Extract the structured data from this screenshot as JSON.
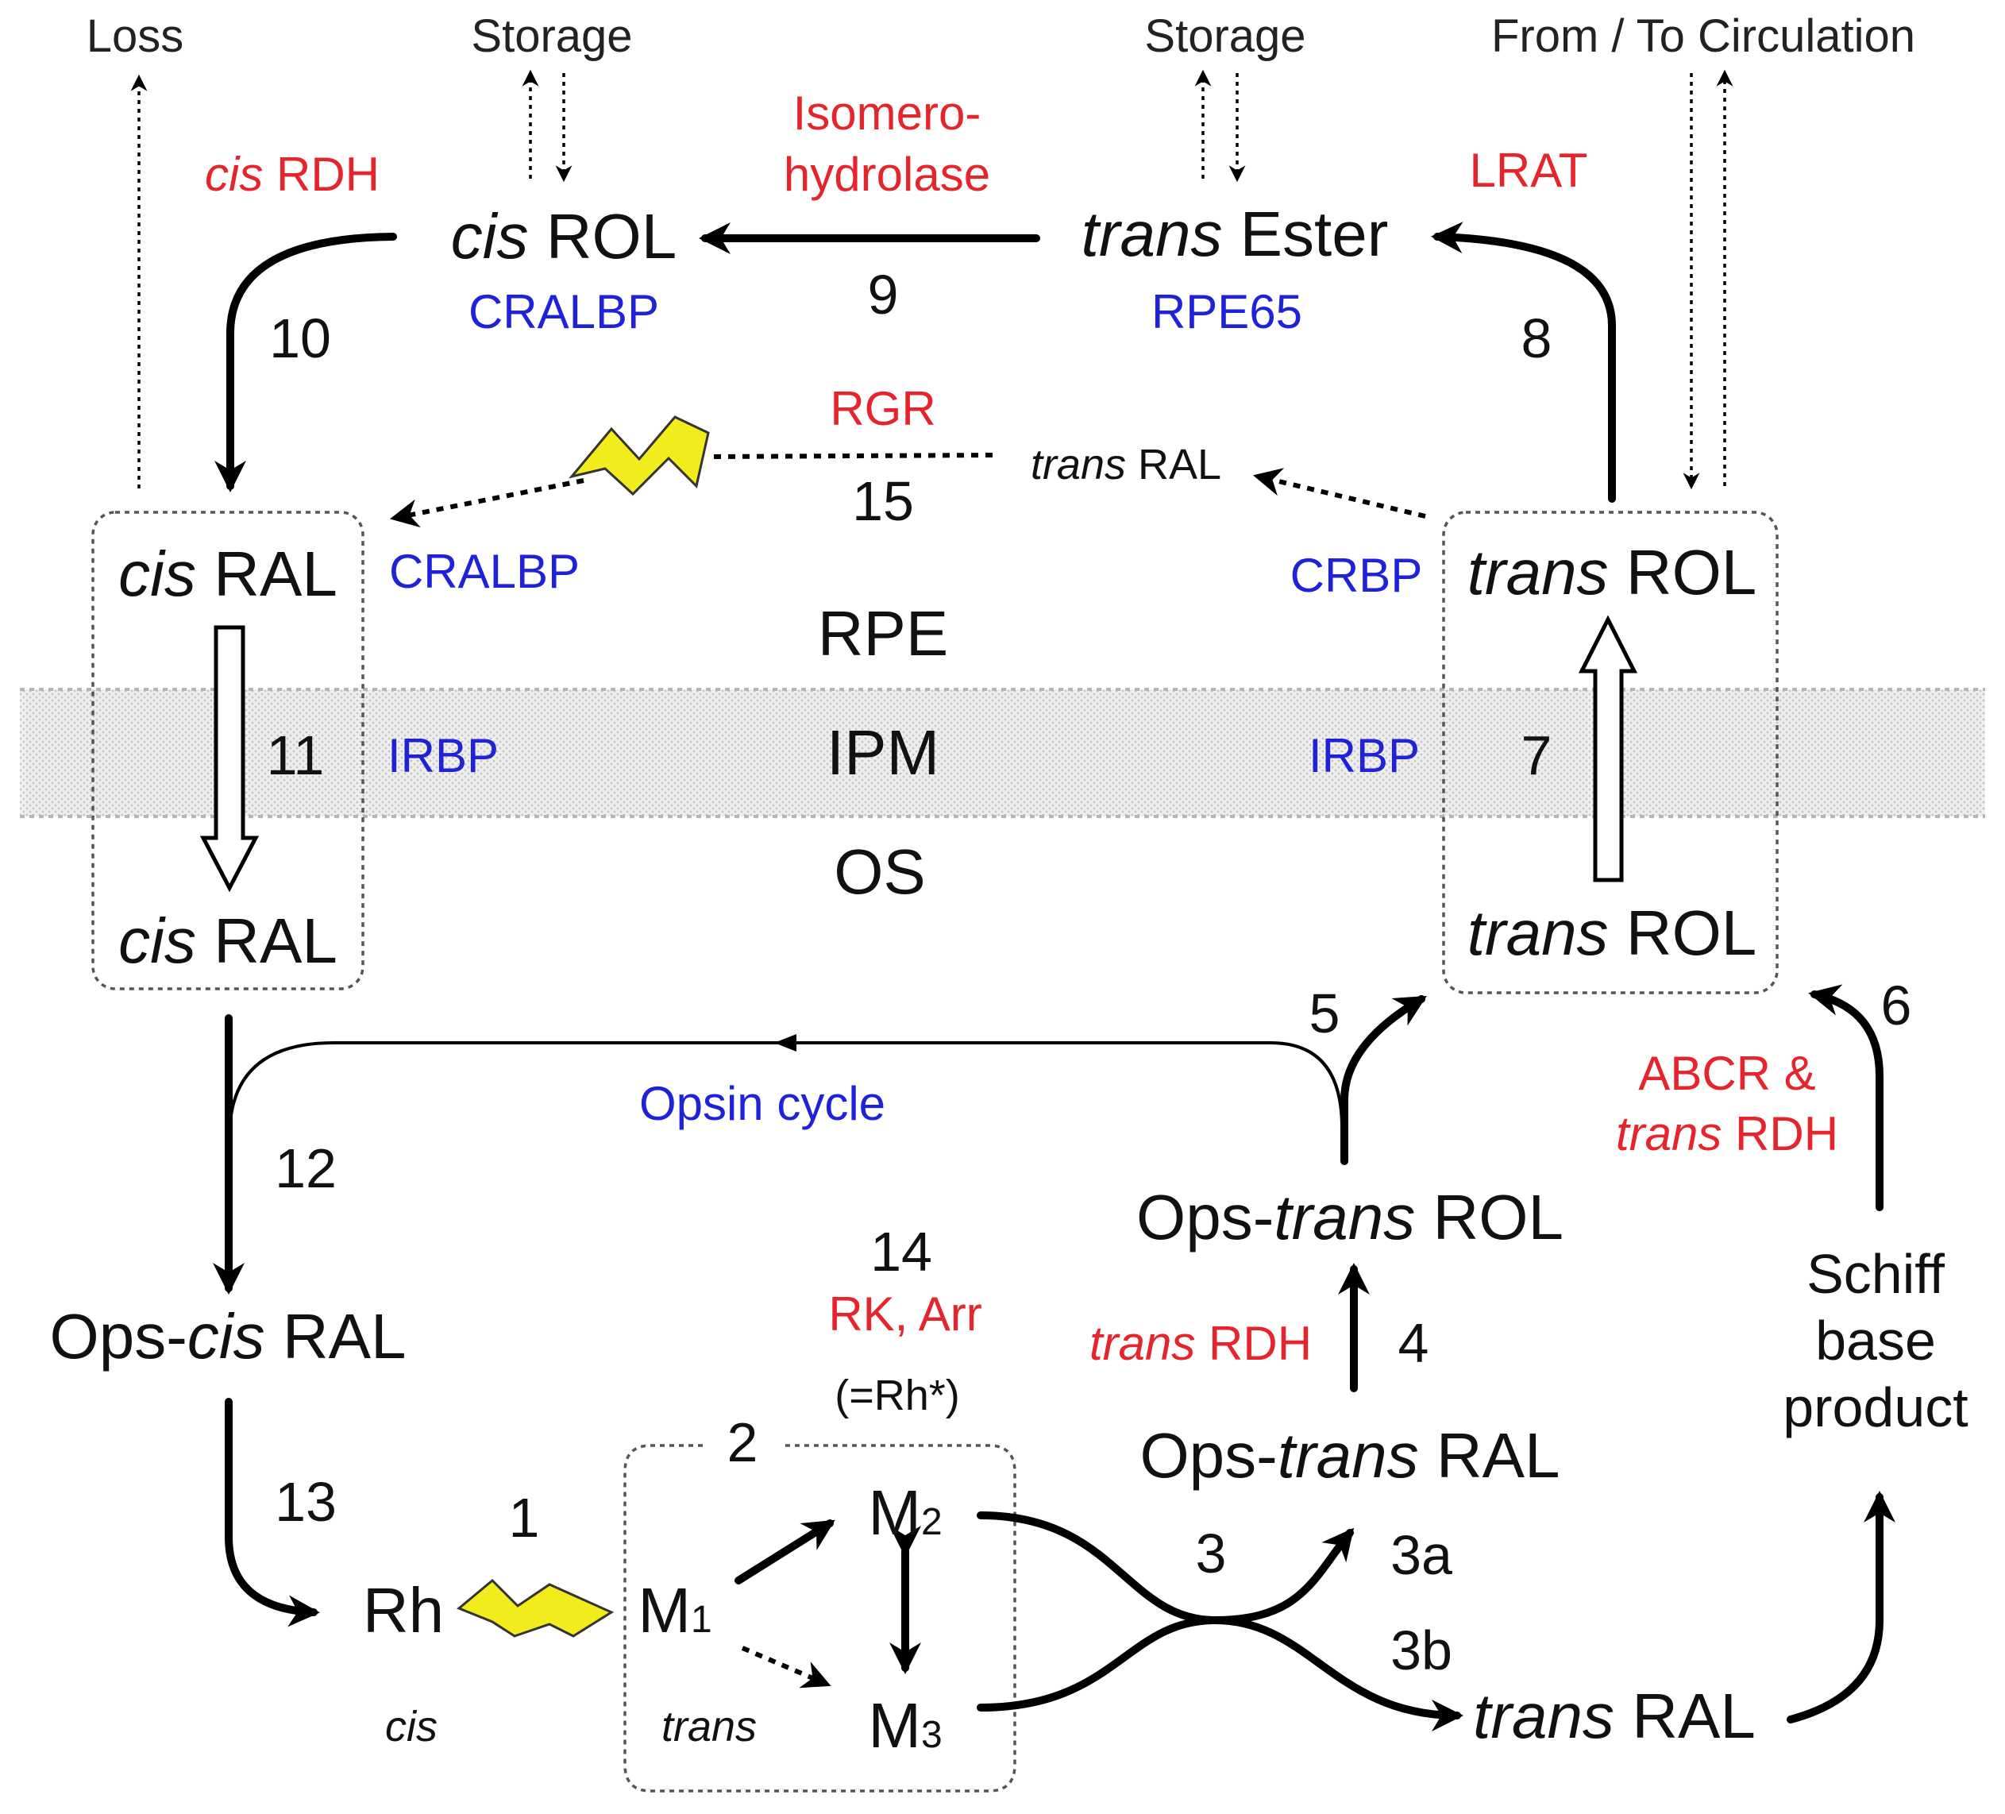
{
  "top_labels": {
    "loss": "Loss",
    "storage_left": "Storage",
    "storage_right": "Storage",
    "circulation": "From / To Circulation"
  },
  "enzymes": {
    "cis_rdh_italic": "cis",
    "cis_rdh_rest": " RDH",
    "isomerohydrolase_1": "Isomero-",
    "isomerohydrolase_2": "hydrolase",
    "lrat": "LRAT",
    "rgr": "RGR",
    "abcr_1": "ABCR &",
    "abcr_2_italic": "trans",
    "abcr_2_rest": " RDH",
    "rk_arr": "RK, Arr",
    "trans_rdh_italic": "trans",
    "trans_rdh_rest": " RDH"
  },
  "proteins": {
    "cralbp_top": "CRALBP",
    "rpe65": "RPE65",
    "cralbp_mid": "CRALBP",
    "crbp": "CRBP",
    "irbp_left": "IRBP",
    "irbp_right": "IRBP",
    "opsin_cycle": "Opsin cycle"
  },
  "layers": {
    "rpe": "RPE",
    "ipm": "IPM",
    "os": "OS"
  },
  "species": {
    "cis_rol_it": "cis",
    "cis_rol_rest": " ROL",
    "trans_ester_it": "trans",
    "trans_ester_rest": " Ester",
    "trans_ral_mid_it": "trans",
    "trans_ral_mid_rest": " RAL",
    "cis_ral_it": "cis",
    "cis_ral_rest": " RAL",
    "trans_rol_it": "trans",
    "trans_rol_rest": " ROL",
    "ops_trans_rol_pre": "Ops-",
    "ops_trans_rol_it": "trans",
    "ops_trans_rol_rest": " ROL",
    "ops_cis_ral_pre": "Ops-",
    "ops_cis_ral_it": "cis",
    "ops_cis_ral_rest": " RAL",
    "ops_trans_ral_pre": "Ops-",
    "ops_trans_ral_it": "trans",
    "ops_trans_ral_rest": " RAL",
    "schiff_1": "Schiff",
    "schiff_2": "base",
    "schiff_3": "product",
    "rh": "Rh",
    "rh_star": "(=Rh*)",
    "m1": "M",
    "m1_sub": "1",
    "m2": "M",
    "m2_sub": "2",
    "m3": "M",
    "m3_sub": "3",
    "cis_label": "cis",
    "trans_label": "trans",
    "trans_ral_bottom_it": "trans",
    "trans_ral_bottom_rest": " RAL"
  },
  "steps": {
    "s1": "1",
    "s2": "2",
    "s3": "3",
    "s3a": "3a",
    "s3b": "3b",
    "s4": "4",
    "s5": "5",
    "s6": "6",
    "s7": "7",
    "s8": "8",
    "s9": "9",
    "s10": "10",
    "s11": "11",
    "s12": "12",
    "s13": "13",
    "s14": "14",
    "s15": "15"
  },
  "colors": {
    "enzyme": "#e5242b",
    "protein": "#1f22d8",
    "flash": "#f2ec1c",
    "band": "#dedede"
  },
  "icons": [
    "lightning-icon"
  ]
}
